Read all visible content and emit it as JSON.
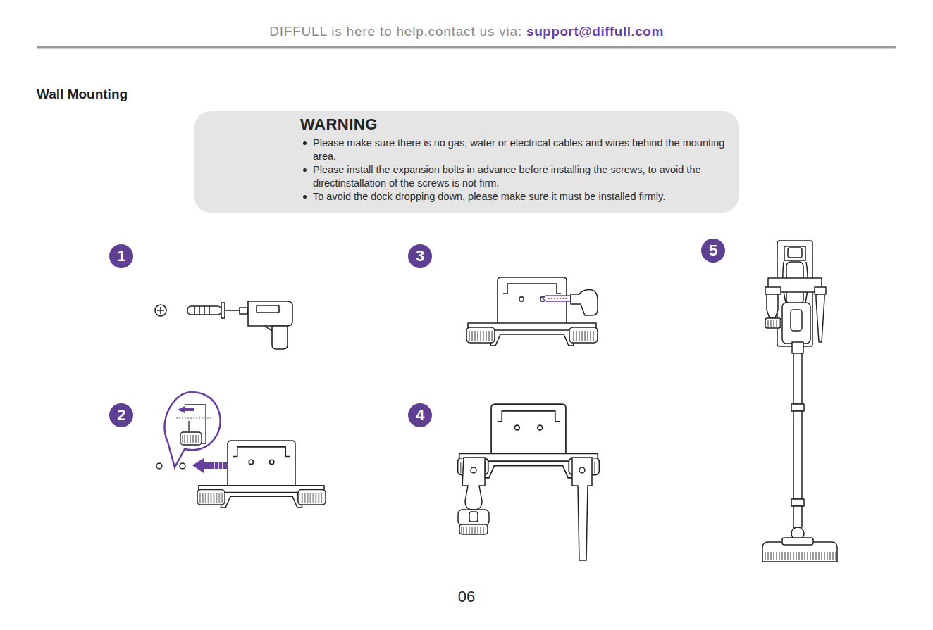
{
  "diagram": {
    "title": "Wall Mounting",
    "nodes": [
      {
        "text": [
          "WARNING",
          "Please make sure there is no gas, water or electrical cables and wires behind the mounting area.",
          "Please install the expansion bolts in advance before installing the screws, to avoid the directinstallation of the screws is not firm.",
          "To avoid the dock dropping down, please make sure it must be installed firmly."
        ]
      },
      {
        "text": [
          "1"
        ]
      },
      {
        "text": [
          "2"
        ]
      },
      {
        "text": [
          "3"
        ]
      },
      {
        "text": [
          "4"
        ]
      },
      {
        "text": [
          "5"
        ]
      }
    ],
    "labels": [
      "DIFFULL is here to help,contact us via:",
      "support@diffull.com",
      "06"
    ]
  }
}
